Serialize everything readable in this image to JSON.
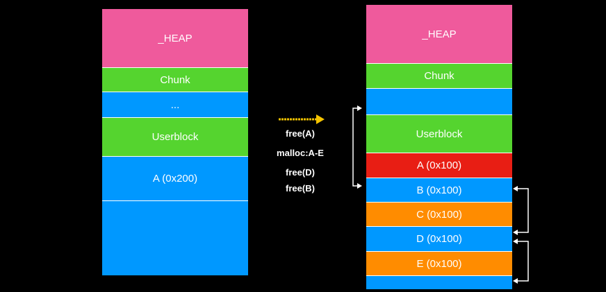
{
  "colors": {
    "heap": "#EF5A9C",
    "chunk": "#55D42F",
    "free": "#0098FF",
    "allocated_a": "#E81E14",
    "allocated_c": "#FF8C00",
    "arrow": "#F5C400",
    "line": "#FFFFFF"
  },
  "left": {
    "heap": "_HEAP",
    "chunk": "Chunk",
    "dots": "...",
    "userblock": "Userblock",
    "a": "A (0x200)"
  },
  "ops": [
    "free(A)",
    "malloc:A-E",
    "free(D)",
    "free(B)"
  ],
  "right": {
    "heap": "_HEAP",
    "chunk": "Chunk",
    "userblock": "Userblock",
    "a": "A (0x100)",
    "b": "B (0x100)",
    "c": "C (0x100)",
    "d": "D (0x100)",
    "e": "E (0x100)"
  }
}
